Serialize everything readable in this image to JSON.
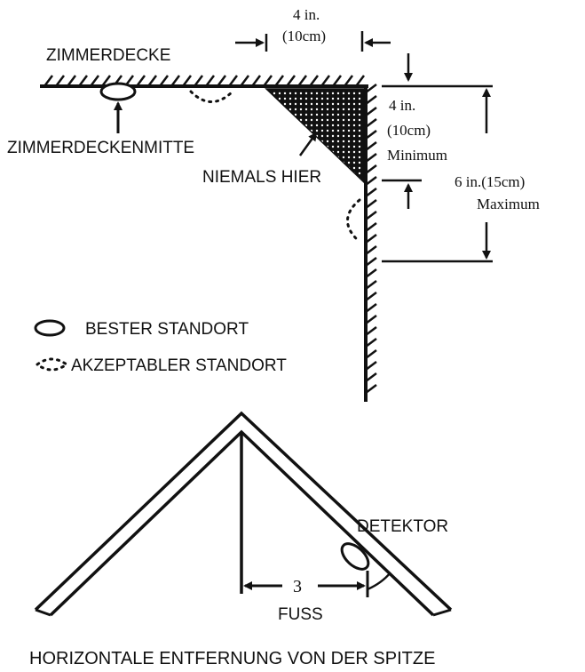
{
  "labels": {
    "ceiling": "ZIMMERDECKE",
    "ceiling_center": "ZIMMERDECKENMITTE",
    "never_here": "NIEMALS HIER",
    "top_dim_in": "4 in.",
    "top_dim_cm": "(10cm)",
    "side_min_in": "4 in.",
    "side_min_cm": "(10cm)",
    "side_min_word": "Minimum",
    "side_max_in": "6 in.(15cm)",
    "side_max_word": "Maximum",
    "legend_best": "BESTER STANDORT",
    "legend_acceptable": "AKZEPTABLER STANDORT",
    "detector": "DETEKTOR",
    "distance_value": "3",
    "distance_unit": "FUSS",
    "caption": "HORIZONTALE ENTFERNUNG VON DER SPITZE"
  },
  "colors": {
    "ink": "#111111",
    "background": "#ffffff"
  }
}
